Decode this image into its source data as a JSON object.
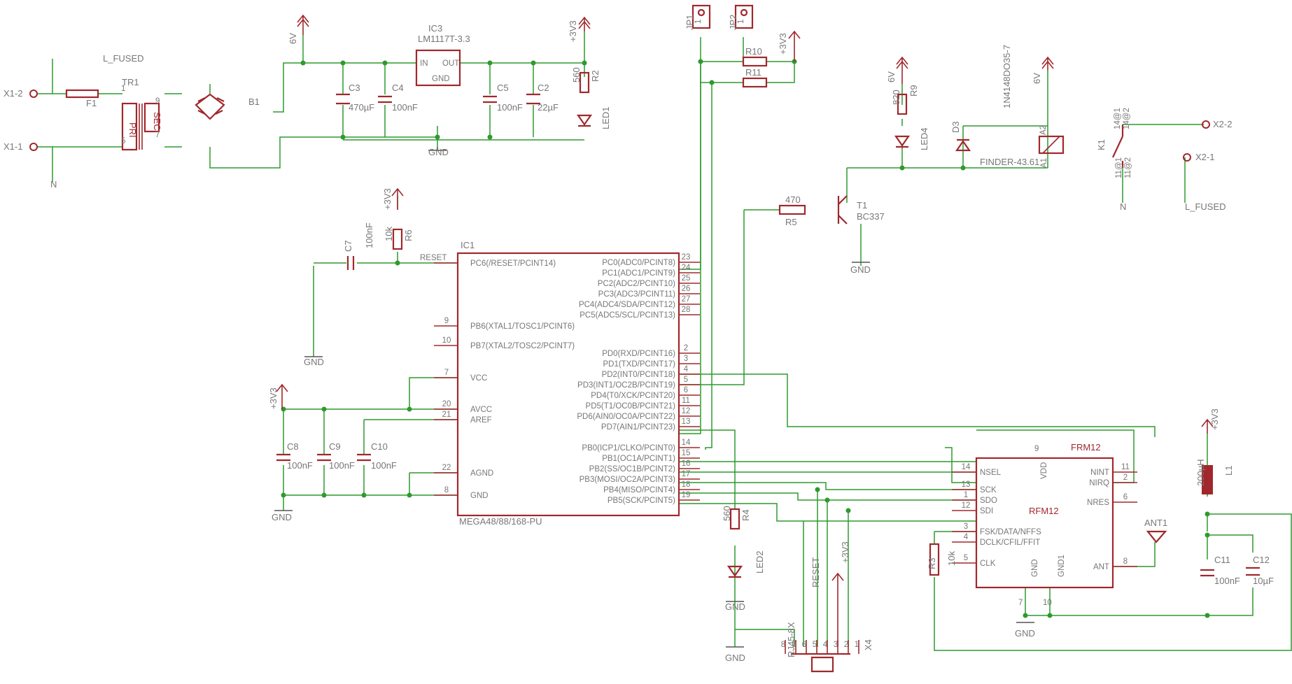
{
  "labels": {
    "x1_2": "X1-2",
    "x1_1": "X1-1",
    "l_fused_top": "L_FUSED",
    "n_left": "N",
    "f1": "F1",
    "tr1": "TR1",
    "pri": "PRI",
    "sec": "SEC",
    "tr_pin9": "9",
    "tr_pin7": "7",
    "tr_pin1": "1",
    "tr_pin5": "5",
    "b1": "B1",
    "supply_6v_a": "6V",
    "ic3": "IC3",
    "ic3_part": "LM1117T-3.3",
    "ic3_in": "IN",
    "ic3_out": "OUT",
    "ic3_gnd": "GND",
    "c3": "C3",
    "c3_val": "470µF",
    "c4": "C4",
    "c4_val": "100nF",
    "c5": "C5",
    "c5_val": "100nF",
    "c2": "C2",
    "c2_val": "22µF",
    "gnd_reg": "GND",
    "supply_3v3_a": "+3V3",
    "r2": "R2",
    "r2_val": "560",
    "led1": "LED1",
    "jp1": "JP1",
    "jp2": "JP2",
    "jp1_pin": "1",
    "jp2_pin": "1",
    "r10": "R10",
    "r11": "R11",
    "supply_3v3_b": "+3V3",
    "supply_6v_b": "6V",
    "r9": "R9",
    "r9_val": "820",
    "led4": "LED4",
    "d3": "D3",
    "d3_part": "1N4148DO35-7",
    "supply_6v_c": "6V",
    "relay_a2": "A2",
    "relay_a1": "A1",
    "relay_part": "FINDER-43.61",
    "k1": "K1",
    "k1_14": "14@1",
    "k1_14b": "14@2",
    "k1_11": "11@1",
    "k1_11b": "11@2",
    "x2_2": "X2-2",
    "x2_1": "X2-1",
    "n_right": "N",
    "l_fused_right": "L_FUSED",
    "r5": "R5",
    "r5_val": "470",
    "t1": "T1",
    "t1_part": "BC337",
    "gnd_t1": "GND",
    "supply_3v3_c": "+3V3",
    "r6": "R6",
    "r6_val": "10k",
    "c7": "C7",
    "c7_val": "100nF",
    "gnd_c7": "GND",
    "ic1": "IC1",
    "ic1_part": "MEGA48/88/168-PU",
    "supply_3v3_d": "+3V3",
    "c8": "C8",
    "c8_val": "100nF",
    "c9": "C9",
    "c9_val": "100nF",
    "c10": "C10",
    "c10_val": "100nF",
    "gnd_caps": "GND",
    "r4": "R4",
    "r4_val": "560",
    "led2": "LED2",
    "gnd_led2": "GND",
    "reset_label": "RESET",
    "supply_3v3_e": "+3V3",
    "gnd_rj": "GND",
    "rj45": "RJ45-8X",
    "x4": "X4",
    "rfm12": "RFM12",
    "rfm12_top": "FRM12",
    "r3": "R3",
    "r3_val": "10k",
    "ant1": "ANT1",
    "supply_3v3_f": "+3V3",
    "l1": "L1",
    "l1_val": "200µH",
    "c11": "C11",
    "c11_val": "100nF",
    "c12": "C12",
    "c12_val": "10µF",
    "gnd_rfm": "GND"
  },
  "ic1_left_pins": [
    {
      "num": "",
      "name": "RESET",
      "sig": "PC6(/RESET/PCINT14)"
    },
    {
      "num": "9",
      "sig": "PB6(XTAL1/TOSC1/PCINT6)"
    },
    {
      "num": "10",
      "sig": "PB7(XTAL2/TOSC2/PCINT7)"
    },
    {
      "num": "7",
      "sig": "VCC"
    },
    {
      "num": "20",
      "sig": "AVCC"
    },
    {
      "num": "21",
      "sig": "AREF"
    },
    {
      "num": "22",
      "sig": "AGND"
    },
    {
      "num": "8",
      "sig": "GND"
    }
  ],
  "ic1_right_pins": [
    {
      "num": "23",
      "sig": "PC0(ADC0/PCINT8)"
    },
    {
      "num": "24",
      "sig": "PC1(ADC1/PCINT9)"
    },
    {
      "num": "25",
      "sig": "PC2(ADC2/PCINT10)"
    },
    {
      "num": "26",
      "sig": "PC3(ADC3/PCINT11)"
    },
    {
      "num": "27",
      "sig": "PC4(ADC4/SDA/PCINT12)"
    },
    {
      "num": "28",
      "sig": "PC5(ADC5/SCL/PCINT13)"
    },
    {
      "num": "2",
      "sig": "PD0(RXD/PCINT16)"
    },
    {
      "num": "3",
      "sig": "PD1(TXD/PCINT17)"
    },
    {
      "num": "4",
      "sig": "PD2(INT0/PCINT18)"
    },
    {
      "num": "5",
      "sig": "PD3(INT1/OC2B/PCINT19)"
    },
    {
      "num": "6",
      "sig": "PD4(T0/XCK/PCINT20)"
    },
    {
      "num": "11",
      "sig": "PD5(T1/OC0B/PCINT21)"
    },
    {
      "num": "12",
      "sig": "PD6(AIN0/OC0A/PCINT22)"
    },
    {
      "num": "13",
      "sig": "PD7(AIN1/PCINT23)"
    },
    {
      "num": "14",
      "sig": "PB0(ICP1/CLKO/PCINT0)"
    },
    {
      "num": "15",
      "sig": "PB1(OC1A/PCINT1)"
    },
    {
      "num": "16",
      "sig": "PB2(SS/OC1B/PCINT2)"
    },
    {
      "num": "17",
      "sig": "PB3(MOSI/OC2A/PCINT3)"
    },
    {
      "num": "18",
      "sig": "PB4(MISO/PCINT4)"
    },
    {
      "num": "19",
      "sig": "PB5(SCK/PCINT5)"
    }
  ],
  "rfm_left_pins": [
    {
      "num": "14",
      "sig": "NSEL"
    },
    {
      "num": "13",
      "sig": "SCK"
    },
    {
      "num": "1",
      "sig": "SDO"
    },
    {
      "num": "12",
      "sig": "SDI"
    },
    {
      "num": "3",
      "sig": "FSK/DATA/NFFS"
    },
    {
      "num": "4",
      "sig": "DCLK/CFIL/FFIT"
    },
    {
      "num": "5",
      "sig": "CLK"
    }
  ],
  "rfm_right_pins": [
    {
      "num": "11",
      "sig": "NINT"
    },
    {
      "num": "2",
      "sig": "NIRQ"
    },
    {
      "num": "6",
      "sig": "NRES"
    },
    {
      "num": "8",
      "sig": "ANT"
    }
  ],
  "rfm_other": {
    "vdd": "VDD",
    "vdd_num": "9",
    "gnd": "GND",
    "gnd1": "GND1",
    "gnd_num": "7",
    "gnd1_num": "10"
  },
  "rj_pins": [
    "8",
    "7",
    "6",
    "5",
    "4",
    "3",
    "2",
    "1"
  ]
}
